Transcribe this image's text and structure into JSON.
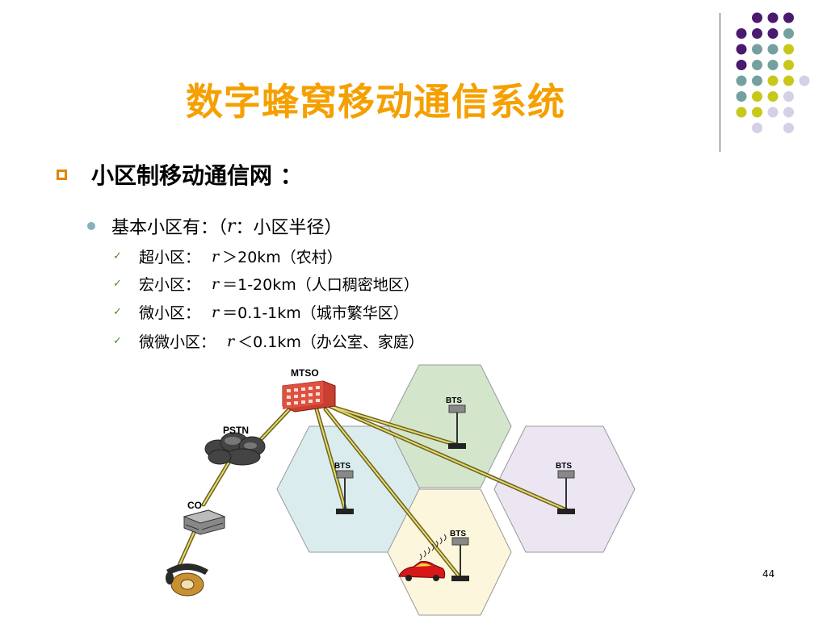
{
  "title": "数字蜂窝移动通信系统",
  "heading": "小区制移动通信网 ：",
  "sub": {
    "prefix": "基本小区有：（",
    "var": "r",
    "suffix": "：小区半径）"
  },
  "items": [
    {
      "name": "超小区：",
      "var": "r",
      "rest": "＞20km（农村）"
    },
    {
      "name": "宏小区：",
      "var": "r",
      "rest": "＝1-20km（人口稠密地区）"
    },
    {
      "name": "微小区：",
      "var": "r",
      "rest": "＝0.1-1km（城市繁华区）"
    },
    {
      "name": "微微小区：",
      "var": "r",
      "rest": "＜0.1km（办公室、家庭）"
    }
  ],
  "diagram": {
    "mtso": "MTSO",
    "pstn": "PSTN",
    "co": "CO",
    "bts": [
      "BTS",
      "BTS",
      "BTS",
      "BTS"
    ]
  },
  "page_number": "44",
  "colors": {
    "title": "#f5a000",
    "dot_purple": "#4b1a6e",
    "dot_teal": "#74a0a0",
    "dot_yellow": "#c8c81a",
    "dot_lavender": "#d4d0e6"
  }
}
